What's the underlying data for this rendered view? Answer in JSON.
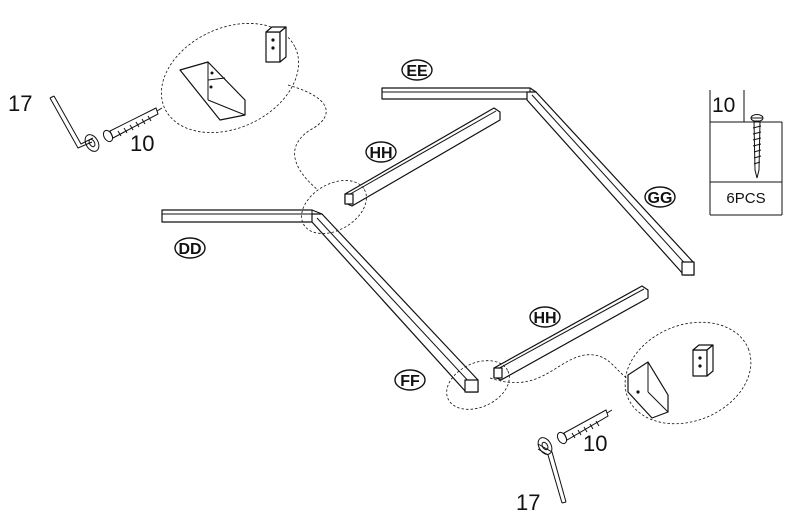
{
  "parts": {
    "ee": "EE",
    "hh_upper": "HH",
    "gg": "GG",
    "dd": "DD",
    "hh_lower": "HH",
    "ff": "FF"
  },
  "callouts": {
    "tool_upper": "17",
    "screw_upper": "10",
    "screw_lower": "10",
    "tool_lower": "17"
  },
  "hardware_box": {
    "item_number": "10",
    "quantity": "6PCS"
  }
}
